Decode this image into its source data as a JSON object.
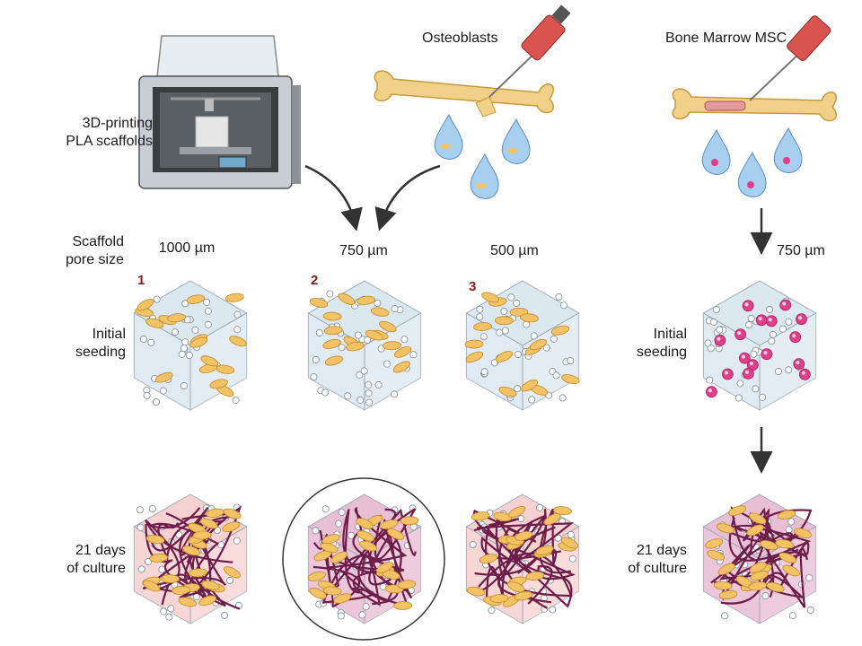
{
  "labels": {
    "printer": [
      "3D-printing",
      "PLA scaffolds"
    ],
    "osteoblasts": "Osteoblasts",
    "msc": "Bone Marrow MSC",
    "pore_size": [
      "Scaffold",
      "pore size"
    ],
    "initial_seeding": [
      "Initial",
      "seeding"
    ],
    "culture": [
      "21 days",
      "of culture"
    ]
  },
  "scaffolds": [
    {
      "number": "1",
      "size": "1000 µm"
    },
    {
      "number": "2",
      "size": "750 µm"
    },
    {
      "number": "3",
      "size": "500 µm"
    }
  ],
  "msc_scaffold": {
    "size": "750 µm"
  },
  "colors": {
    "initial_cube": "#dbe7f0",
    "culture_cube_osteoblast": "#f6cfcf",
    "culture_cube_msc": "#e8bcd4",
    "osteoblast_cell": "#f2c265",
    "msc_cell": "#e0408a",
    "matrix_fiber": "#6e1d4a",
    "bone": "#f1d08a",
    "pipette": "#d9534f",
    "drop": "#a9cff0"
  }
}
